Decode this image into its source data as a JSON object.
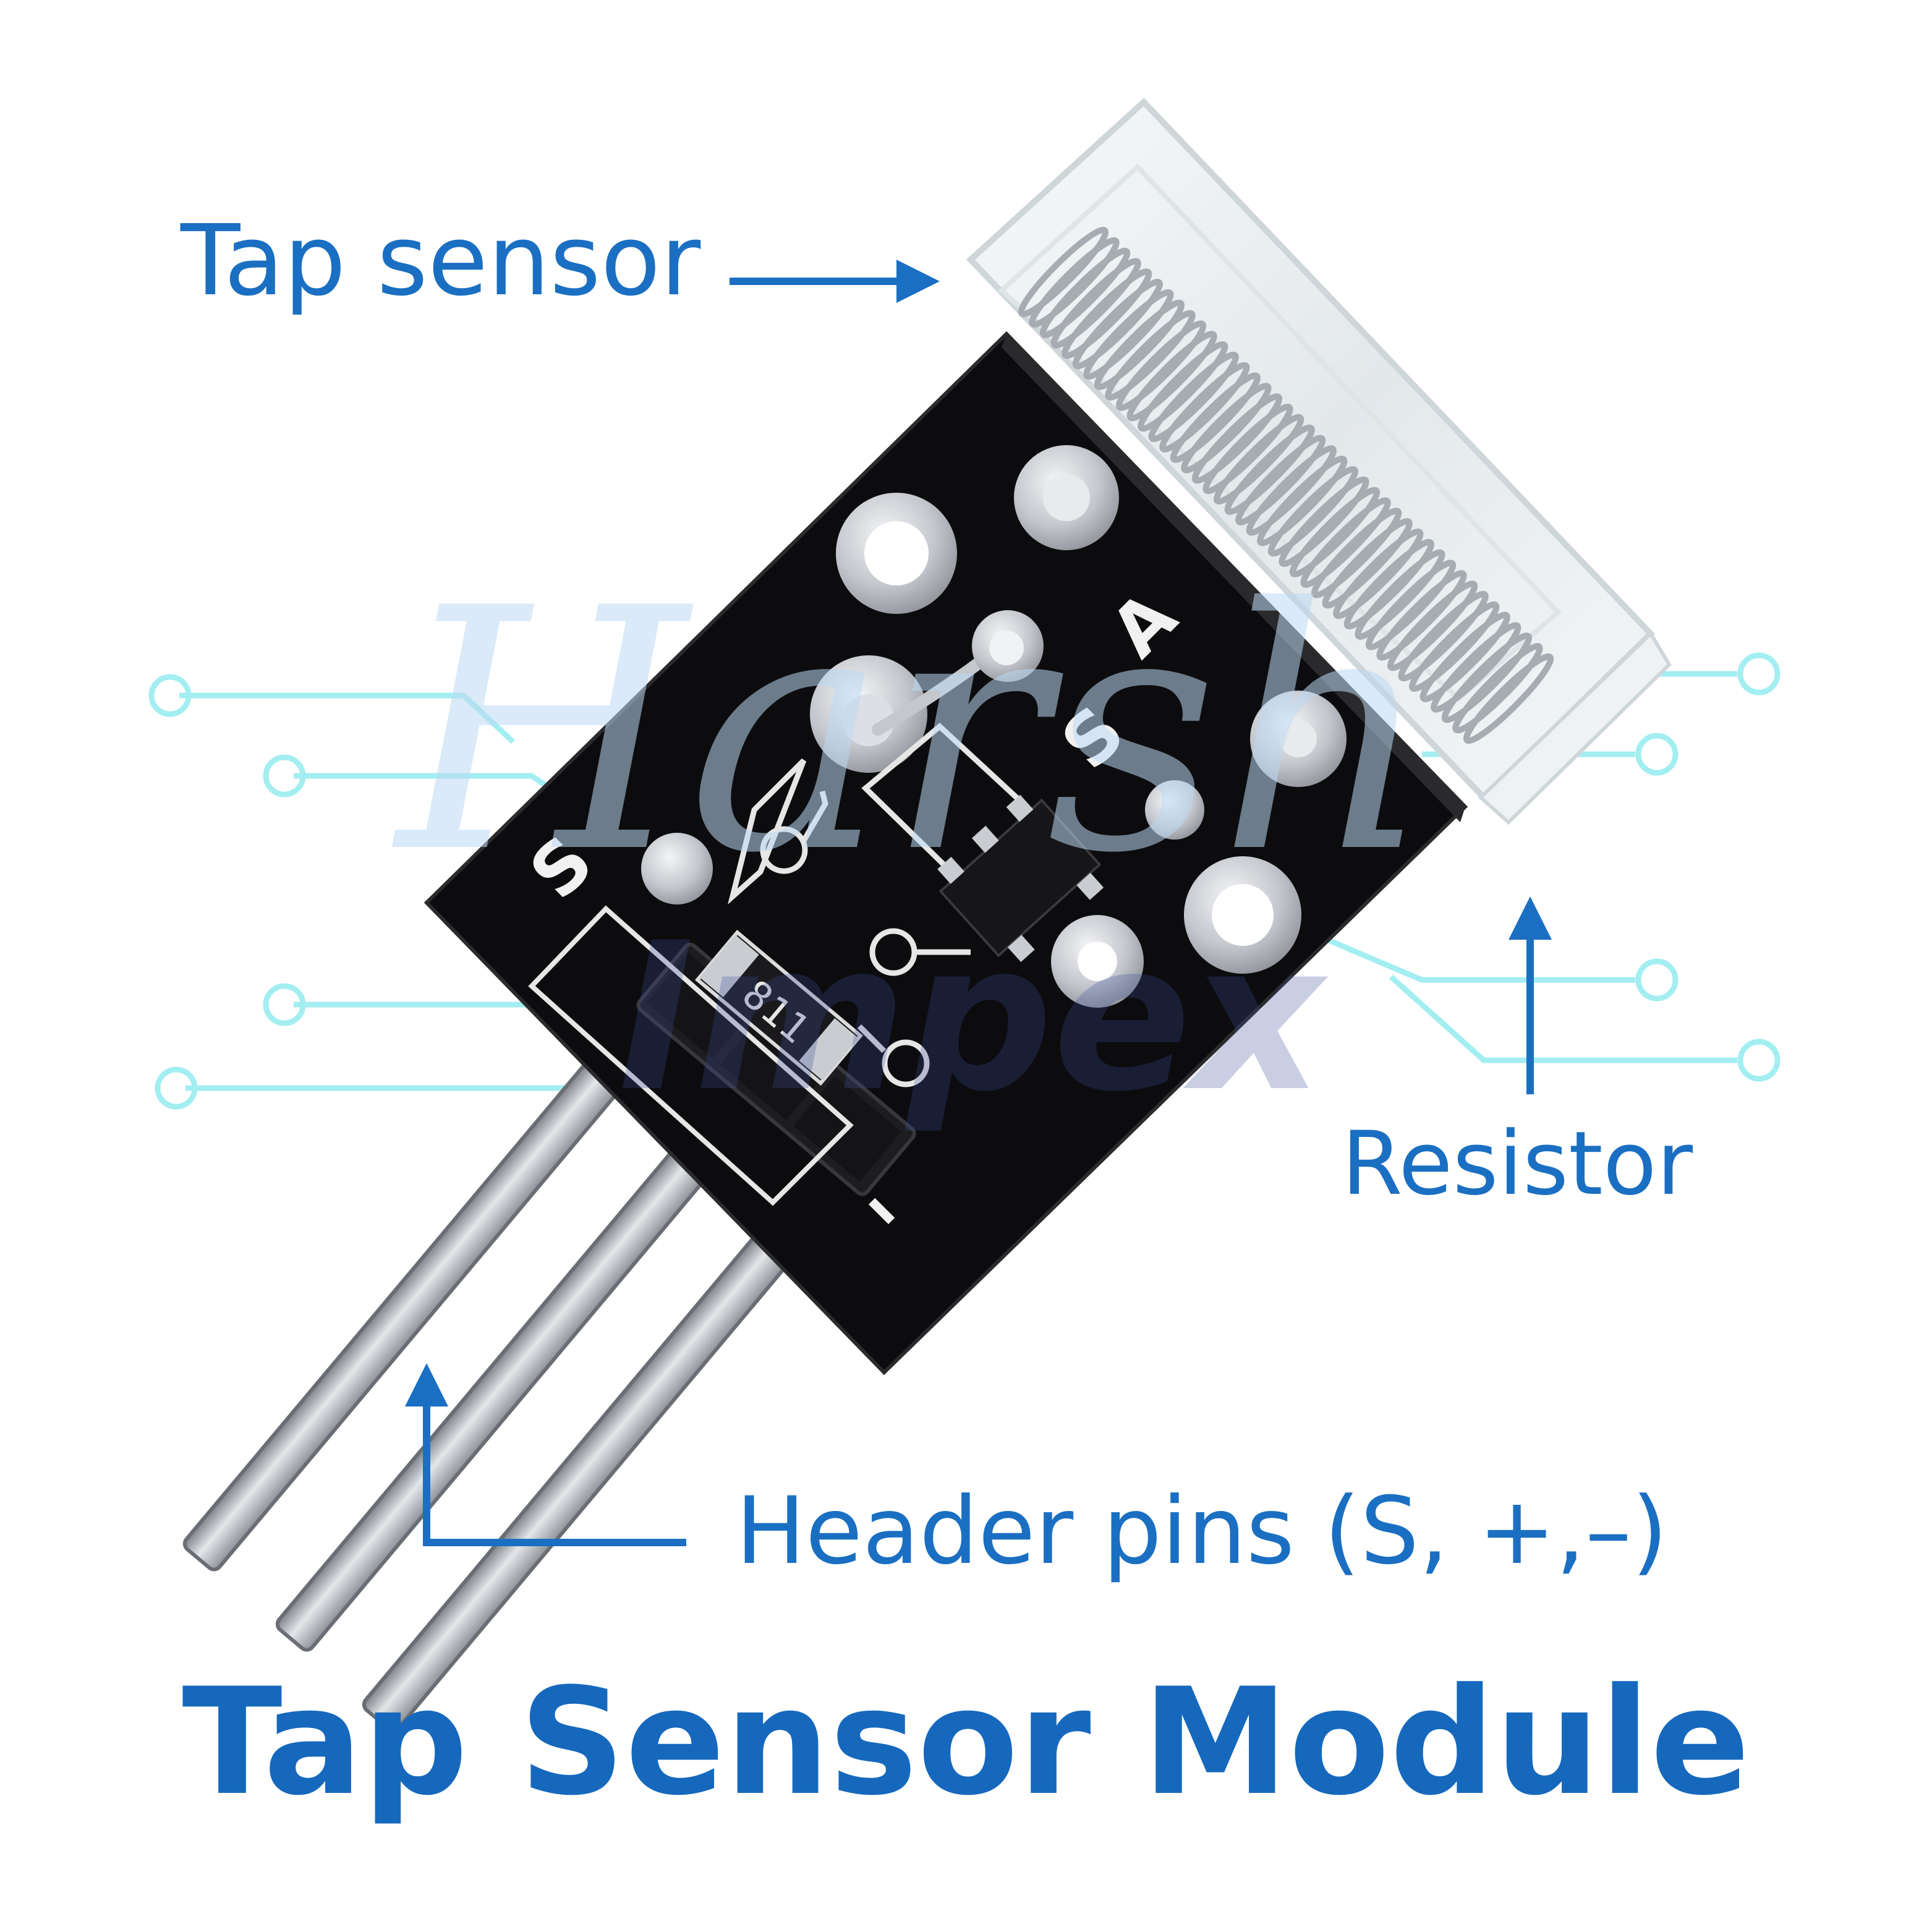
{
  "labels": {
    "tap_sensor": "Tap sensor",
    "resistor": "Resistor",
    "header_pins": "Header pins (S, +,–)"
  },
  "title": "Tap Sensor Module",
  "pcb_silkscreen": {
    "a_label": "A",
    "s_top_label": "S",
    "s_pin_label": "S",
    "minus_label": "–",
    "resistor_code": "811"
  },
  "watermark": {
    "line1": "Harsh",
    "line2": "Impex"
  },
  "colors": {
    "label_blue": "#1a6fc2",
    "title_blue": "#1668bd",
    "pcb_black": "#0c0c0e",
    "pad_silver": "#c9ccd1",
    "circuit_cyan": "#9beef0",
    "watermark_blue": "#bcd9f2"
  }
}
